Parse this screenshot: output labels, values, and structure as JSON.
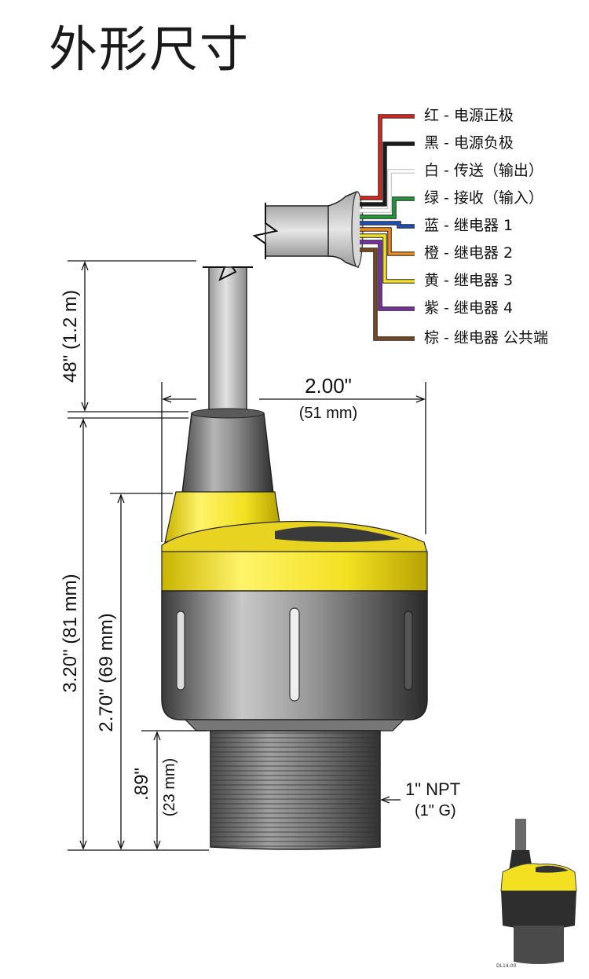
{
  "title": "外形尺寸",
  "wires": [
    {
      "label": "红 - 电源正极",
      "color": "#d9261c"
    },
    {
      "label": "黑 - 电源负极",
      "color": "#1a1a1a"
    },
    {
      "label": "白 - 传送（输出）",
      "color": "#ffffff"
    },
    {
      "label": "绿 - 接收（输入）",
      "color": "#1e9a3a"
    },
    {
      "label": "蓝 - 继电器 1",
      "color": "#1f4fb8"
    },
    {
      "label": "橙 - 继电器 2",
      "color": "#f08a1c"
    },
    {
      "label": "黄 - 继电器 3",
      "color": "#f3e12a"
    },
    {
      "label": "紫 - 继电器 4",
      "color": "#7b2fa0"
    },
    {
      "label": "棕 - 继电器 公共端",
      "color": "#7a4a20"
    }
  ],
  "dimensions": {
    "cable_length": "48\" (1.2 m)",
    "width_in": "2.00\"",
    "width_mm": "(51 mm)",
    "overall_height": "3.20\" (81 mm)",
    "housing_height": "2.70\" (69 mm)",
    "thread_length_in": ".89\"",
    "thread_length_mm": "(23 mm)",
    "thread_type": "1\" NPT",
    "thread_alt": "(1\" G)"
  },
  "product_code": "DL14-00",
  "colors": {
    "yellow_band": "#f2e021",
    "body_gray": "#8a8a8a",
    "cable_gray": "#c8c8c8"
  }
}
